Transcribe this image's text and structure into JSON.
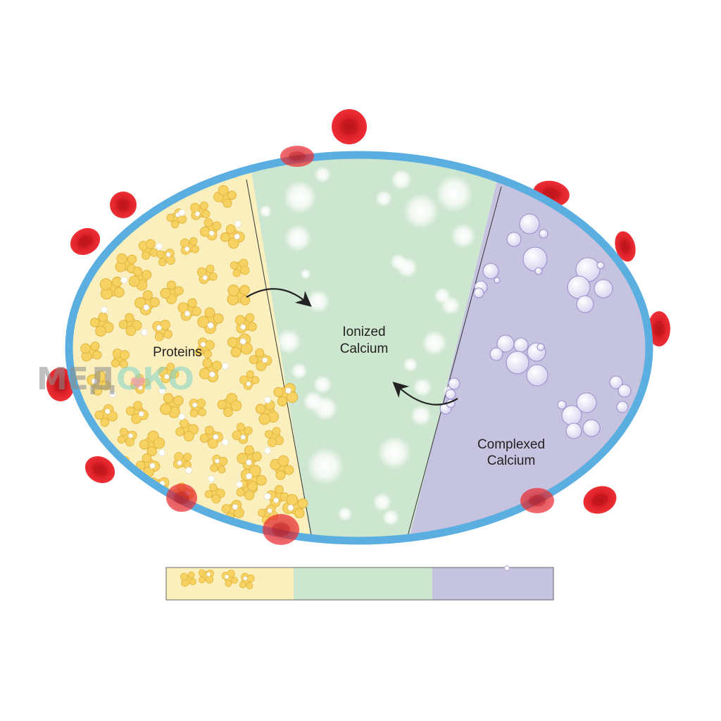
{
  "labels": {
    "proteins": "Proteins",
    "ionized_line1": "Ionized",
    "ionized_line2": "Calcium",
    "complexed_line1": "Complexed",
    "complexed_line2": "Calcium"
  },
  "watermark": {
    "part1": "МЕД",
    "part2": "ОКО"
  },
  "colors": {
    "proteins_region": "#fbf0bd",
    "ionized_region": "#cde6cf",
    "complexed_region": "#c6c3e0",
    "membrane": "#5aaee0",
    "protein_blob": "#f5d262",
    "red_blood_cell": "#e8262c",
    "complexed_particle": "#ebe9f7",
    "watermark_gray": "#8c8c8c",
    "watermark_teal": "#7fd2c8"
  },
  "icons": {
    "arrow_to_ionized": "curved-arrow-right-icon",
    "arrow_to_complexed": "curved-arrow-left-icon"
  }
}
